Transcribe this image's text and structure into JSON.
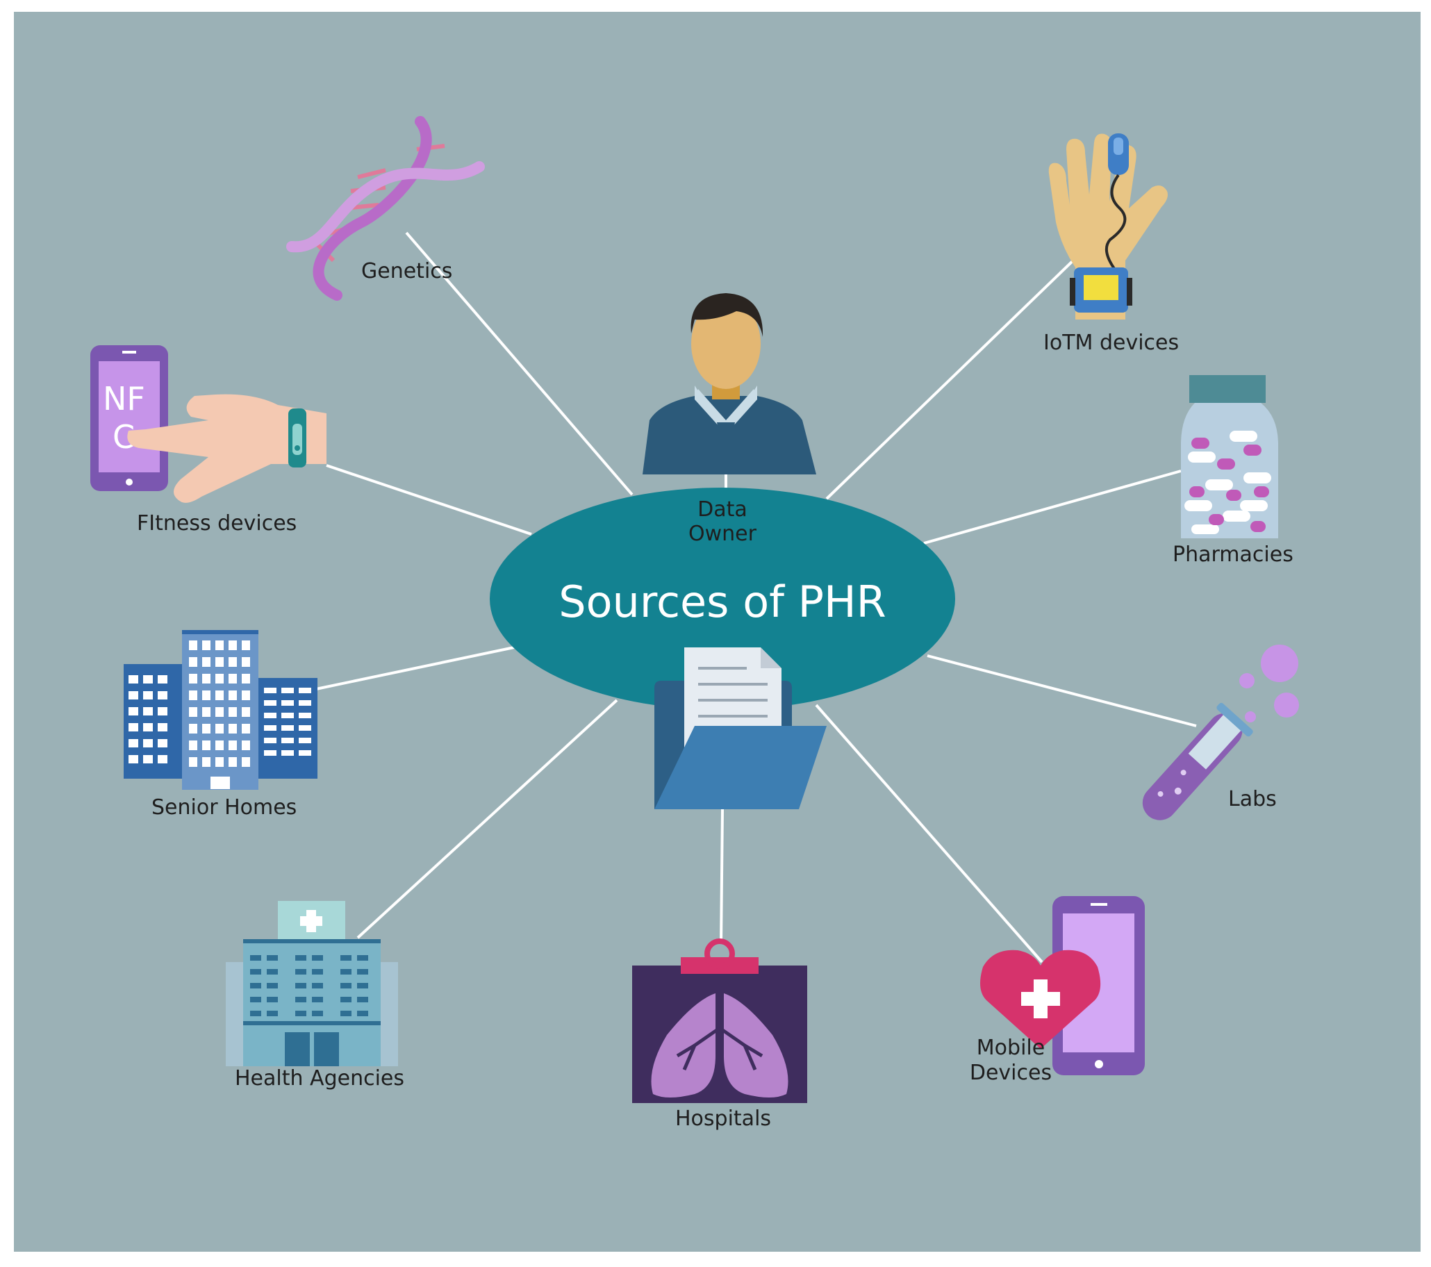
{
  "diagram": {
    "title": "Sources of PHR",
    "data_owner": [
      "Data",
      "Owner"
    ],
    "nodes": {
      "genetics": "Genetics",
      "iotm": "IoTM devices",
      "fitness": "FItness devices",
      "pharmacies": "Pharmacies",
      "senior_homes": "Senior Homes",
      "labs": "Labs",
      "health_agencies": "Health Agencies",
      "hospitals": "Hospitals",
      "mobile": [
        "Mobile",
        "Devices"
      ]
    },
    "nfc_text": [
      "NF",
      "C"
    ]
  },
  "colors": {
    "background": "#9bb1b6",
    "hub": "#138291",
    "connector": "#ffffff"
  }
}
